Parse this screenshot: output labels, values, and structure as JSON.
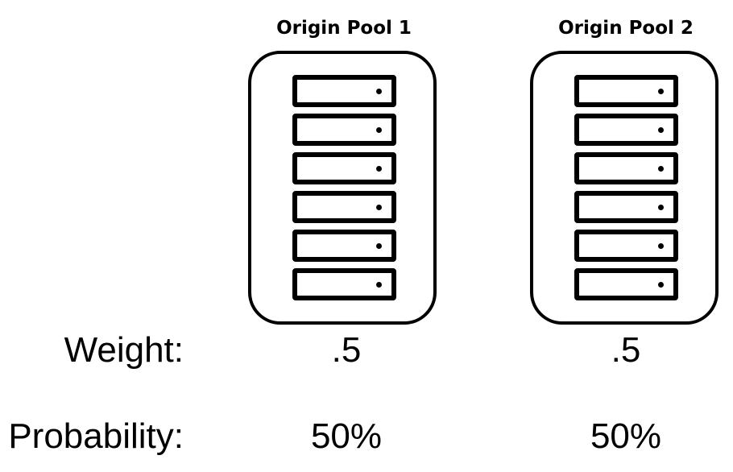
{
  "pools": [
    {
      "title": "Origin Pool 1",
      "weight": ".5",
      "probability": "50%",
      "server_icon": "server-rack-icon"
    },
    {
      "title": "Origin Pool 2",
      "weight": ".5",
      "probability": "50%",
      "server_icon": "server-rack-icon"
    }
  ],
  "labels": {
    "weight": "Weight:",
    "probability": "Probability:"
  },
  "colors": {
    "stroke": "#000000",
    "background": "#ffffff"
  }
}
